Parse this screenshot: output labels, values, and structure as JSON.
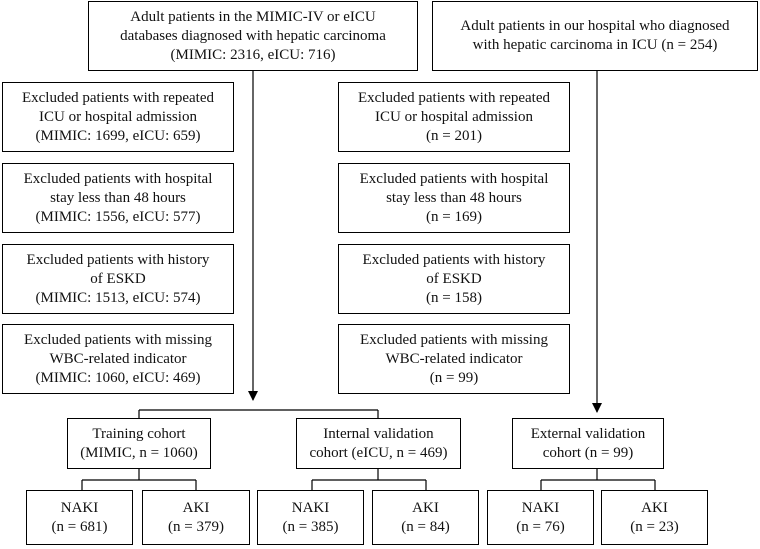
{
  "source_left": {
    "line1": "Adult patients in the MIMIC-IV or eICU",
    "line2": "databases diagnosed with hepatic carcinoma",
    "line3": "(MIMIC: 2316, eICU: 716)"
  },
  "source_right": {
    "line1": "Adult patients in our hospital who diagnosed",
    "line2": "with hepatic carcinoma in ICU (n = 254)"
  },
  "exclusions_left": [
    {
      "line1": "Excluded patients with repeated",
      "line2": "ICU or hospital admission",
      "line3": "(MIMIC: 1699, eICU: 659)"
    },
    {
      "line1": "Excluded patients with hospital",
      "line2": "stay less than 48 hours",
      "line3": "(MIMIC: 1556, eICU: 577)"
    },
    {
      "line1": "Excluded patients with history",
      "line2": "of ESKD",
      "line3": "(MIMIC: 1513, eICU: 574)"
    },
    {
      "line1": "Excluded patients with missing",
      "line2": "WBC-related indicator",
      "line3": "(MIMIC: 1060, eICU: 469)"
    }
  ],
  "exclusions_right": [
    {
      "line1": "Excluded patients with repeated",
      "line2": "ICU or hospital admission",
      "line3": "(n = 201)"
    },
    {
      "line1": "Excluded patients with hospital",
      "line2": "stay less than 48 hours",
      "line3": "(n = 169)"
    },
    {
      "line1": "Excluded patients with history",
      "line2": "of ESKD",
      "line3": "(n = 158)"
    },
    {
      "line1": "Excluded patients with missing",
      "line2": "WBC-related indicator",
      "line3": "(n = 99)"
    }
  ],
  "cohorts": {
    "training": {
      "line1": "Training cohort",
      "line2": "(MIMIC, n = 1060)"
    },
    "internal": {
      "line1": "Internal validation",
      "line2": "cohort (eICU, n = 469)"
    },
    "external": {
      "line1": "External validation",
      "line2": "cohort (n = 99)"
    }
  },
  "outcomes": {
    "training_naki": {
      "label": "NAKI",
      "count": "(n = 681)"
    },
    "training_aki": {
      "label": "AKI",
      "count": "(n = 379)"
    },
    "internal_naki": {
      "label": "NAKI",
      "count": "(n = 385)"
    },
    "internal_aki": {
      "label": "AKI",
      "count": "(n = 84)"
    },
    "external_naki": {
      "label": "NAKI",
      "count": "(n = 76)"
    },
    "external_aki": {
      "label": "AKI",
      "count": "(n = 23)"
    }
  }
}
